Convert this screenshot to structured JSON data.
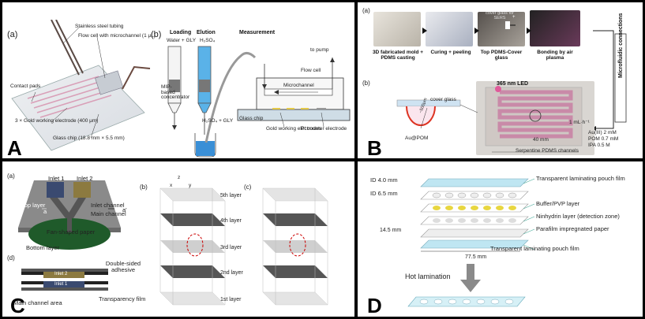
{
  "panels": {
    "A": {
      "letter": "A",
      "sub_a": "(a)",
      "sub_b": "(b)",
      "labels": {
        "steel": "Stainless steel tubing",
        "flow": "Flow cell with microchannel (1 μL)",
        "contact": "Contact pads",
        "gold": "3 × Gold working electrode (400 μm)",
        "glass": "Glass chip (18.8 mm × 5.5 mm)",
        "loading": "Loading",
        "elution": "Elution",
        "measurement": "Measurement",
        "water_gly": "Water + GLY",
        "h2so4_top": "H₂SO₄",
        "mip": "MIP-based concentrator",
        "h2so4_gly": "H₂SO₄ + GLY",
        "to_pump": "to pump",
        "flowcell": "Flow cell",
        "microchannel": "Microchannel",
        "glasschip": "Glass chip",
        "gold_we": "Gold working electrodes",
        "pt_ce": "Pt counter electrode"
      }
    },
    "B": {
      "letter": "B",
      "sub_a": "(a)",
      "sub_b": "(b)",
      "labels": {
        "mold": "3D fabricated mold + PDMS casting",
        "curing": "Curing + peeling",
        "top": "Top PDMS-Cover glass",
        "bonding": "Bonding by air plasma",
        "cover_glass_small": "cover glass for SERS",
        "microfluidic": "Microfluidic connections",
        "led": "365 nm LED",
        "cover_glass": "cover glass",
        "dim_500": "~500μm",
        "au_pom": "Au@POM",
        "flow": "1 mL·h⁻¹",
        "reagents_1": "Au(III) 2 mM",
        "reagents_2": "POM 0.7 mM",
        "reagents_3": "IPA 0.5 M",
        "dim_40": "40 mm",
        "serpentine": "Serpentine PDMS channels"
      }
    },
    "C": {
      "letter": "C",
      "sub_a": "(a)",
      "sub_b": "(b)",
      "sub_c": "(c)",
      "sub_d": "(d)",
      "labels": {
        "inlet1": "Inlet 1",
        "inlet2": "Inlet 2",
        "top_layer": "Top layer",
        "inlet_channel": "Inlet channel",
        "main_channel": "Main channel",
        "a": "a",
        "a_prime": "a'",
        "fan": "Fan-shaped paper",
        "bottom": "Bottom layer",
        "adhesive": "Double-sided adhesive",
        "inlet2_d": "Inlet 2",
        "inlet1_d": "Inlet 1",
        "main_area": "Main channel area",
        "transparency": "Transparency film",
        "l5": "5th layer",
        "l4": "4th layer",
        "l3": "3rd layer",
        "l2": "2nd layer",
        "l1": "1st layer",
        "axis_z": "z",
        "axis_x": "x",
        "axis_y": "y"
      }
    },
    "D": {
      "letter": "D",
      "labels": {
        "id4": "ID 4.0 mm",
        "id65": "ID 6.5 mm",
        "film_top": "Transparent laminating pouch film",
        "buffer": "Buffer/PVP layer",
        "ninhydrin": "Ninhydrin layer (detection zone)",
        "parafilm": "Parafilm impregnated paper",
        "h145": "14.5 mm",
        "w775": "77.5 mm",
        "film_bottom": "Transparent laminating pouch film",
        "hot": "Hot lamination"
      }
    }
  },
  "colors": {
    "gold": "#d8c24a",
    "pink": "#c98aa8",
    "blue_liquid": "#3a8fd6",
    "dark_green": "#1f5a2a",
    "arrow_gray": "#8a8a8a"
  }
}
